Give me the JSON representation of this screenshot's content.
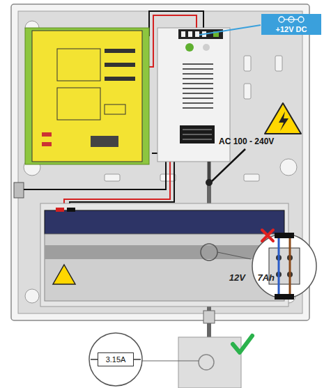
{
  "diagram": {
    "nodes": [
      {
        "text": [
          "+12V DC"
        ]
      },
      {
        "text": [
          "12V 7Ah"
        ]
      },
      {
        "text": [
          "3.15A"
        ]
      }
    ],
    "labels": [
      "AC 100 - 240V"
    ]
  }
}
